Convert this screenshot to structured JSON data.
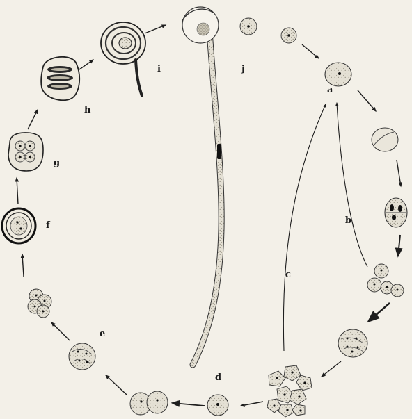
{
  "diagram": {
    "labels": {
      "a": "a",
      "b": "b",
      "c": "c",
      "d": "d",
      "e": "e",
      "f": "f",
      "g": "g",
      "h": "h",
      "i": "i",
      "j": "j"
    },
    "colors": {
      "background": "#f3f0e8",
      "ink": "#1e1e1e",
      "cell_fill": "#e6e2d6",
      "stipple": "#8c8878"
    }
  }
}
